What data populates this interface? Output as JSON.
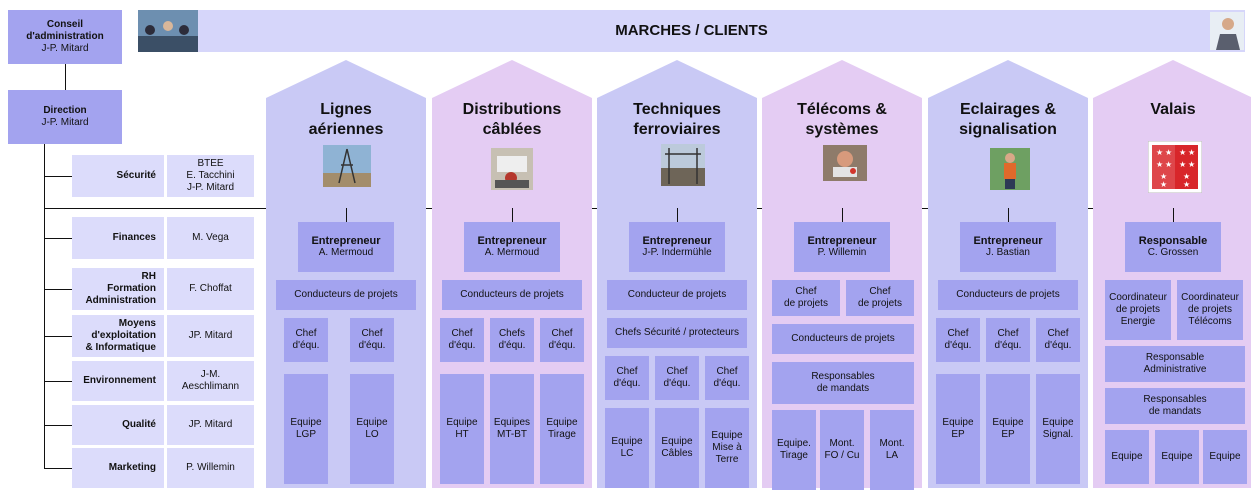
{
  "header": {
    "title": "MARCHES / CLIENTS"
  },
  "board": {
    "title": "Conseil\nd'administration",
    "name": "J-P. Mitard"
  },
  "direction": {
    "title": "Direction",
    "name": "J-P. Mitard"
  },
  "staff": [
    {
      "label": "Sécurité",
      "name": "BTEE\nE. Tacchini\nJ-P. Mitard"
    },
    {
      "label": "Finances",
      "name": "M. Vega"
    },
    {
      "label": "RH\nFormation\nAdministration",
      "name": "F. Choffat"
    },
    {
      "label": "Moyens\nd'exploitation\n& Informatique",
      "name": "JP. Mitard"
    },
    {
      "label": "Environnement",
      "name": "J-M.\nAeschlimann"
    },
    {
      "label": "Qualité",
      "name": "JP. Mitard"
    },
    {
      "label": "Marketing",
      "name": "P. Willemin"
    }
  ],
  "columns": [
    {
      "title": "Lignes\naériennes",
      "color": "#c9c9f5",
      "head_title": "Entrepreneur",
      "head_name": "A. Mermoud",
      "boxes": [
        "Conducteurs de projets",
        "Chef\nd'équ.",
        "Chef\nd'équ.",
        "Equipe\nLGP",
        "Equipe\nLO"
      ]
    },
    {
      "title": "Distributions\ncâblées",
      "color": "#e4ccf3",
      "head_title": "Entrepreneur",
      "head_name": "A. Mermoud",
      "boxes": [
        "Conducteurs de projets",
        "Chef\nd'équ.",
        "Chefs\nd'équ.",
        "Chef\nd'équ.",
        "Equipe\nHT",
        "Equipes\nMT-BT",
        "Equipe\nTirage"
      ]
    },
    {
      "title": "Techniques\nferroviaires",
      "color": "#c9c9f5",
      "head_title": "Entrepreneur",
      "head_name": "J-P. Indermühle",
      "boxes": [
        "Conducteur de projets",
        "Chefs Sécurité / protecteurs",
        "Chef\nd'équ.",
        "Chef\nd'équ.",
        "Chef\nd'équ.",
        "Equipe\nLC",
        "Equipe\nCâbles",
        "Equipe\nMise à\nTerre"
      ]
    },
    {
      "title": "Télécoms &\nsystèmes",
      "color": "#e4ccf3",
      "head_title": "Entrepreneur",
      "head_name": "P. Willemin",
      "boxes": [
        "Chef\nde projets",
        "Chef\nde projets",
        "Conducteurs de projets",
        "Responsables\nde mandats",
        "Equipe.\nTirage",
        "Mont.\nFO /  Cu",
        "Mont.\nLA"
      ]
    },
    {
      "title": "Eclairages &\nsignalisation",
      "color": "#c9c9f5",
      "head_title": "Entrepreneur",
      "head_name": "J. Bastian",
      "boxes": [
        "Conducteurs de projets",
        "Chef\nd'équ.",
        "Chef\nd'équ.",
        "Chef\nd'équ.",
        "Equipe\nEP",
        "Equipe\nEP",
        "Equipe\nSignal."
      ]
    },
    {
      "title": "Valais",
      "color": "#e4ccf3",
      "head_title": "Responsable",
      "head_name": "C. Grossen",
      "boxes": [
        "Coordinateur\nde projets\nEnergie",
        "Coordinateur\nde projets\nTélécoms",
        "Responsable\nAdministrative",
        "Responsables\nde mandats",
        "Equipe",
        "Equipe",
        "Equipe"
      ]
    }
  ],
  "photos": [
    "meeting-photo",
    "manager-photo",
    "power-line-photo",
    "cable-work-photo",
    "railway-photo",
    "telecom-worker-photo",
    "lighting-worker-photo",
    "valais-flag"
  ]
}
